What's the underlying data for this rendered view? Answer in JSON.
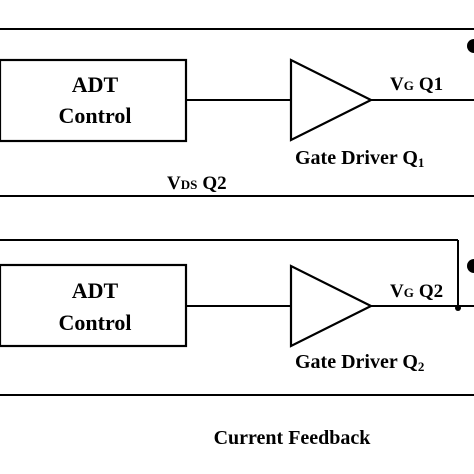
{
  "blocks": [
    {
      "control_line1": "ADT",
      "control_line2": "Control",
      "driver_text": "Gate Driver Q",
      "driver_sub": "1",
      "gate_signal_main": "V",
      "gate_signal_sub": "G",
      "gate_signal_suffix": "Q1"
    },
    {
      "control_line1": "ADT",
      "control_line2": "Control",
      "driver_text": "Gate Driver Q",
      "driver_sub": "2",
      "gate_signal_main": "V",
      "gate_signal_sub": "G",
      "gate_signal_suffix": "Q2"
    }
  ],
  "feedback_signal": {
    "main": "V",
    "sub": "DS",
    "suffix": "Q2"
  },
  "current_feedback_label": "Current Feedback"
}
